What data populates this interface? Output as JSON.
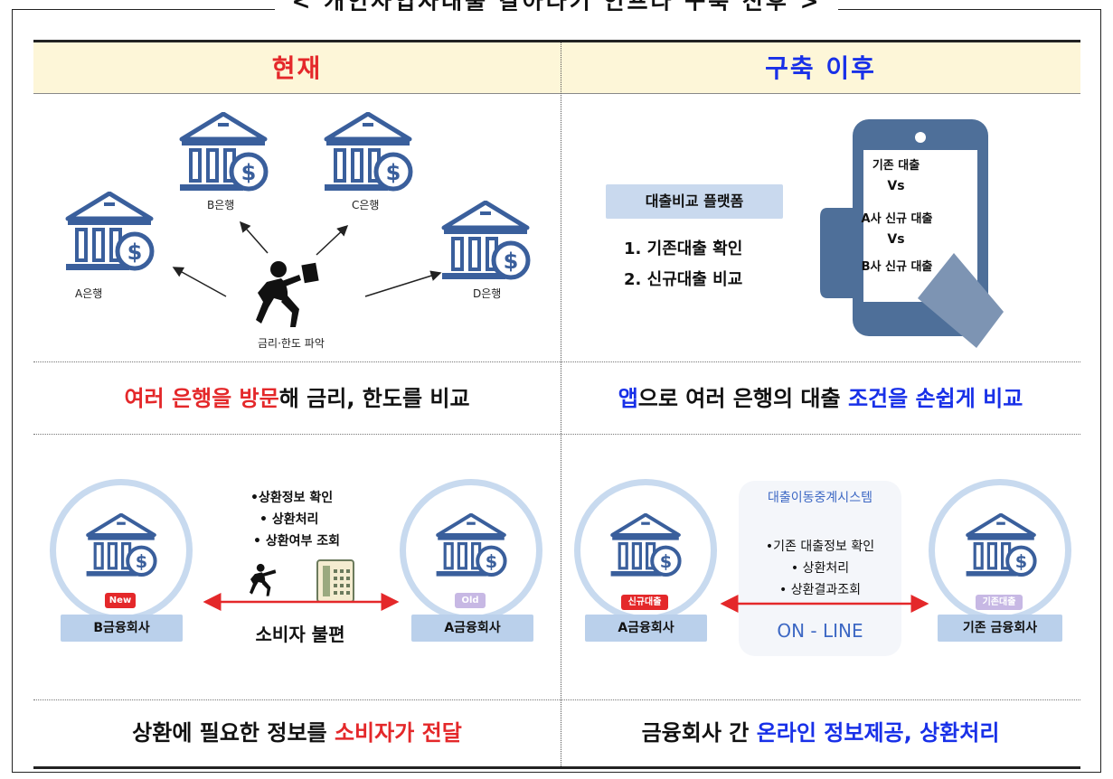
{
  "title": "< 개인사업자대출 갈아타기 인프라 구축 전후 >",
  "header": {
    "before": "현재",
    "after": "구축 이후"
  },
  "before_top": {
    "banks": [
      "B은행",
      "C은행",
      "A은행",
      "D은행"
    ],
    "person_label": "금리·한도 파악"
  },
  "after_top": {
    "platform_title": "대출비교 플랫폼",
    "step1": "1. 기존대출 확인",
    "step2": "2. 신규대출 비교",
    "phone_line1": "기존 대출",
    "phone_vs1": "Vs",
    "phone_line2": "A사 신규 대출",
    "phone_vs2": "Vs",
    "phone_line3": "B사 신규 대출"
  },
  "caption1_left": {
    "p1": "여러 은행을 방문",
    "p2": "해 금리, 한도를 비교"
  },
  "caption1_right": {
    "p1": "앱",
    "p2": "으로 여러 은행의 대출 ",
    "p3": "조건을 손쉽게 비교"
  },
  "before_bottom": {
    "info1": "•상환정보 확인",
    "info2": "• 상환처리",
    "info3": "• 상환여부 조회",
    "left_badge": "New",
    "left_name": "B금융회사",
    "right_badge": "Old",
    "right_name": "A금융회사",
    "inconvenience": "소비자 불편"
  },
  "after_bottom": {
    "system_title": "대출이동중계시스템",
    "info1": "•기존 대출정보 확인",
    "info2": "• 상환처리",
    "info3": "• 상환결과조회",
    "left_badge": "신규대출",
    "left_name": "A금융회사",
    "right_badge": "기존대출",
    "right_name": "기존 금융회사",
    "online": "ON - LINE"
  },
  "caption2_left": {
    "p1": "상환에 필요한 정보를 ",
    "p2": "소비자가 전달"
  },
  "caption2_right": {
    "p1": "금융회사 간 ",
    "p2": "온라인 정보제공, 상환처리"
  },
  "colors": {
    "red": "#e4282a",
    "blue": "#1830e8",
    "header_bg": "#fdf6d8",
    "icon": "#3a5f9c",
    "tag_bg": "#bad0eb"
  }
}
